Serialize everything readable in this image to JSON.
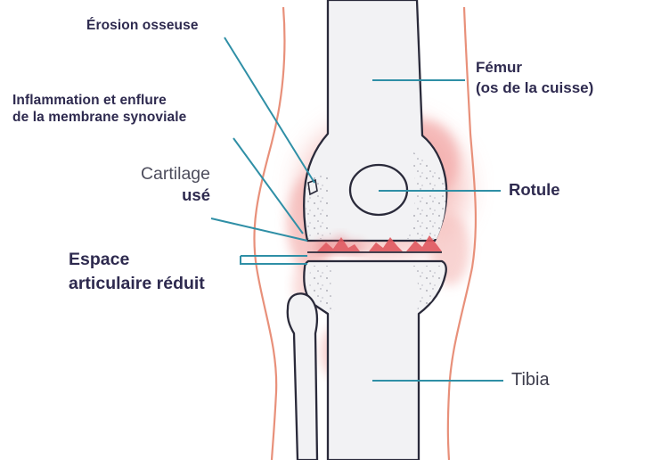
{
  "labels": {
    "erosion": "Érosion osseuse",
    "inflammation_line1": "Inflammation et enflure",
    "inflammation_line2": "de la membrane synoviale",
    "cartilage_line1": "Cartilage",
    "cartilage_line2": "usé",
    "espace_line1": "Espace",
    "espace_line2": "articulaire réduit",
    "femur_line1": "Fémur",
    "femur_line2": "(os de la cuisse)",
    "rotule": "Rotule",
    "tibia": "Tibia"
  },
  "colors": {
    "bone_fill": "#f2f2f4",
    "bone_outline": "#2a2a3a",
    "leader_line": "#2f8fa6",
    "skin_outline": "#e8907a",
    "inflammation_glow": "#f4b6b4",
    "worn_cartilage": "#e0585f",
    "label_text": "#2e2a4f"
  }
}
